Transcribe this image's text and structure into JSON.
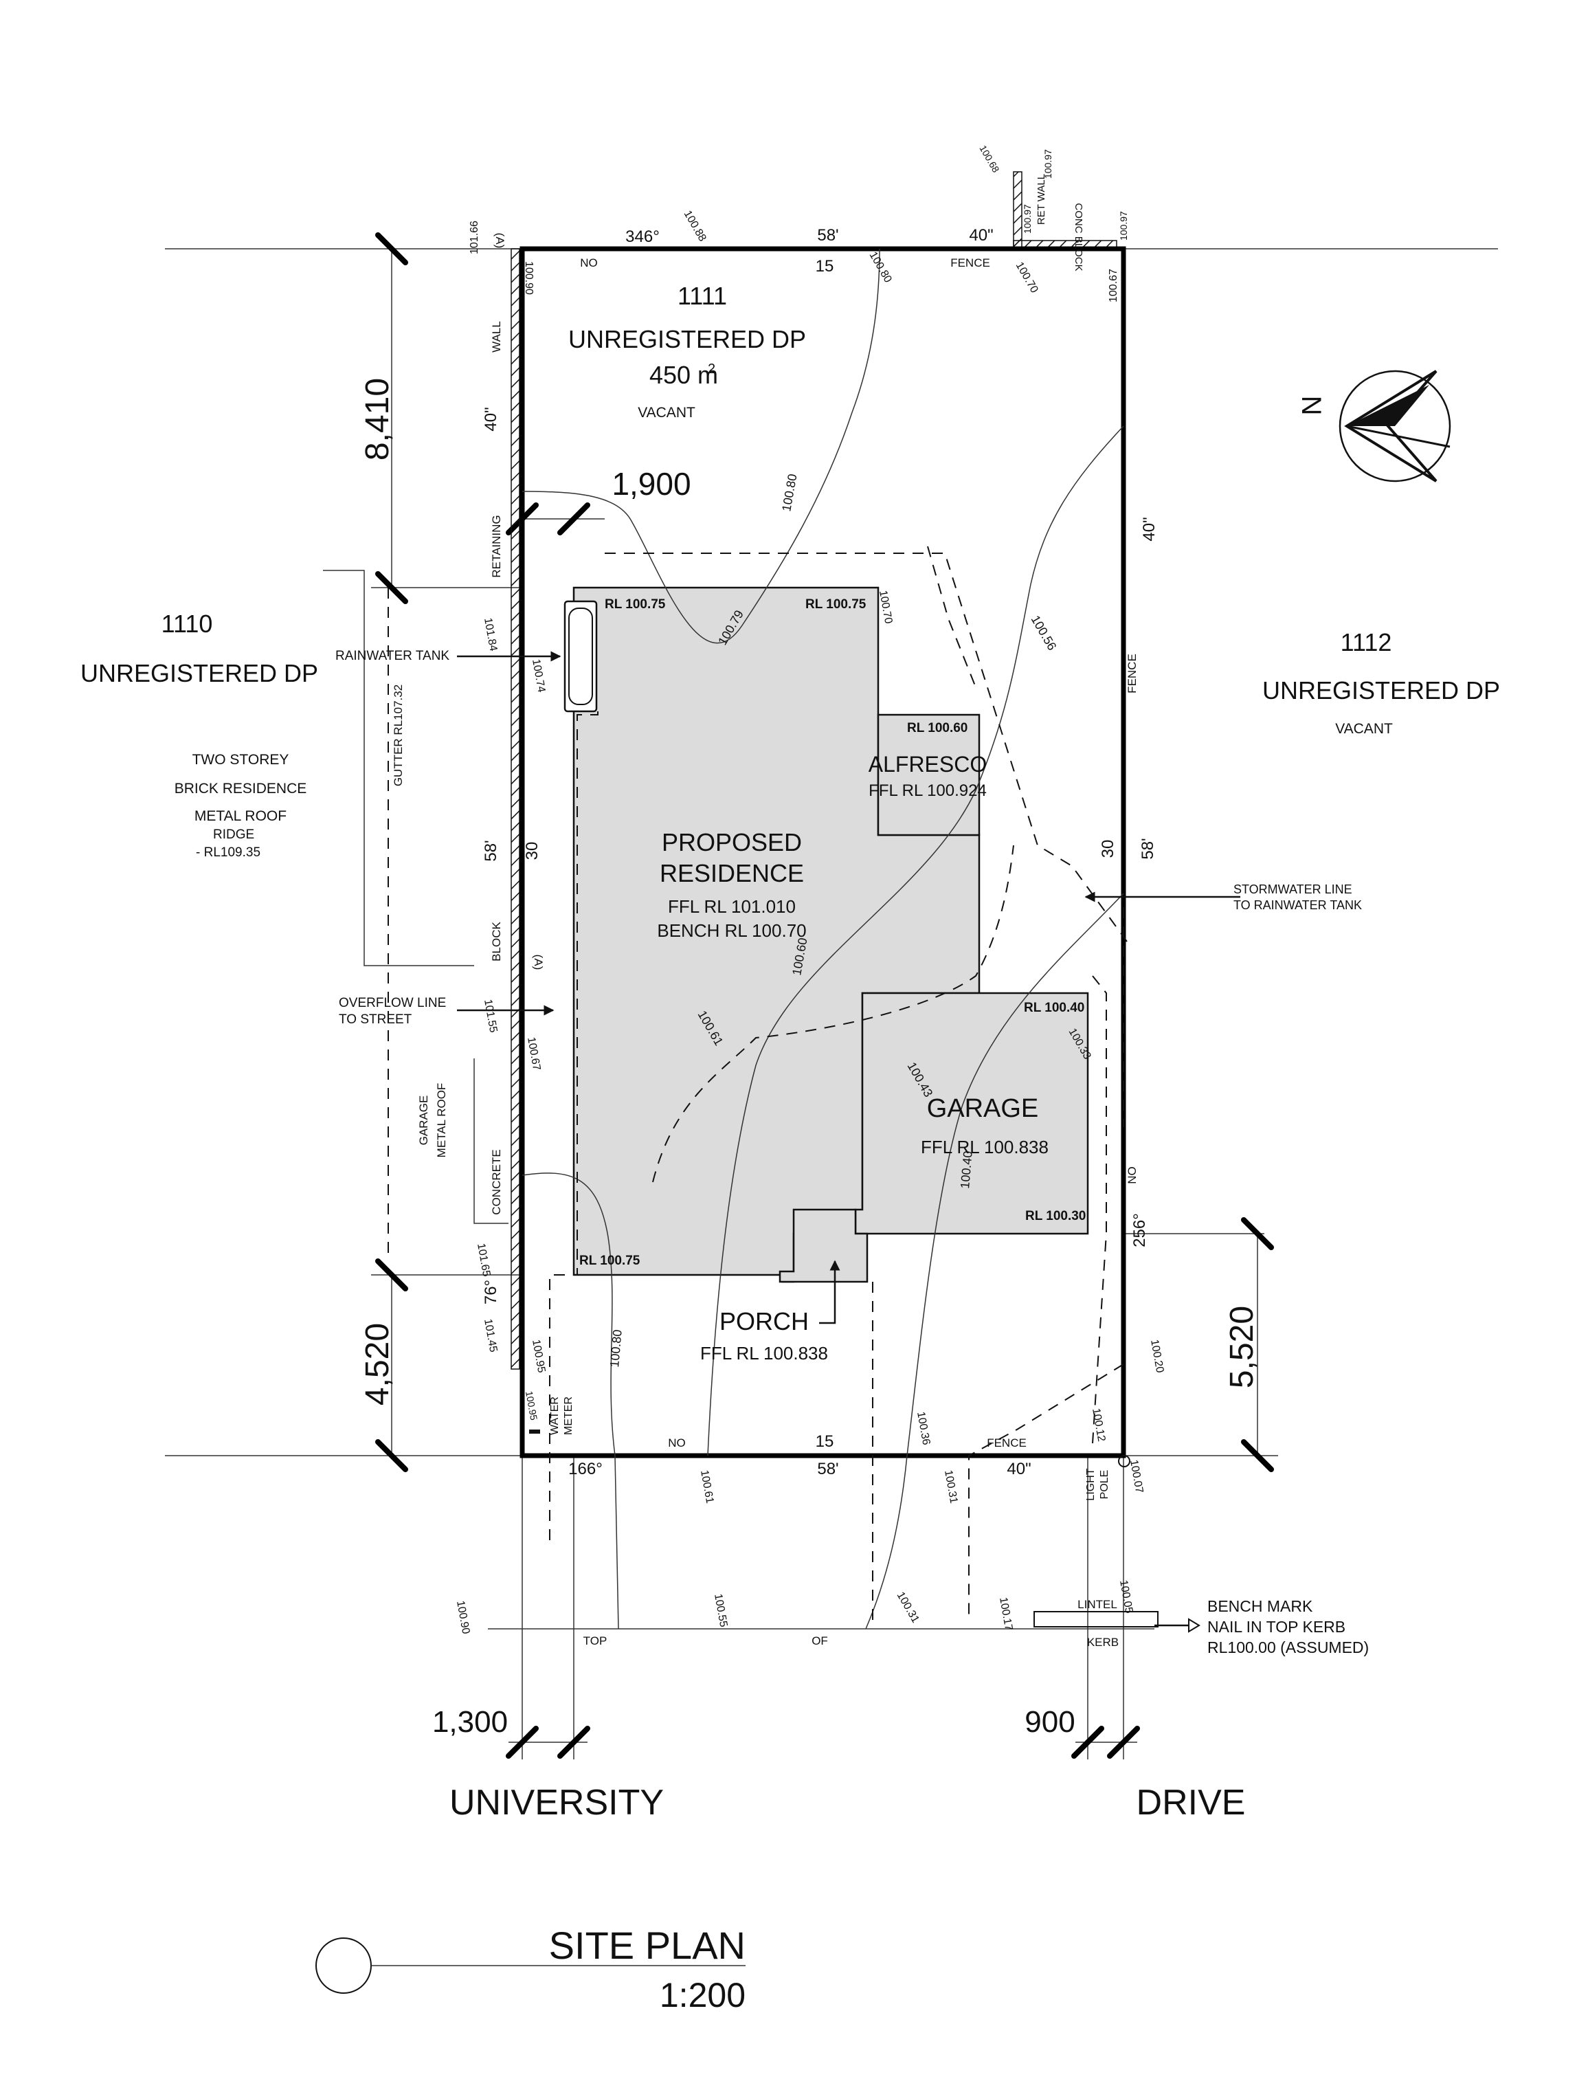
{
  "lots": {
    "subject": {
      "number": "1111",
      "dp": "UNREGISTERED  DP",
      "area": "450 m",
      "area_sup": "2",
      "status": "VACANT"
    },
    "left": {
      "number": "1110",
      "dp": "UNREGISTERED  DP",
      "notes": [
        "TWO STOREY",
        "BRICK RESIDENCE",
        "METAL ROOF"
      ],
      "ridge_label": "RIDGE",
      "ridge_rl": "-  RL109.35"
    },
    "right": {
      "number": "1112",
      "dp": "UNREGISTERED  DP",
      "status": "VACANT"
    }
  },
  "buildings": {
    "residence": {
      "line1": "PROPOSED",
      "line2": "RESIDENCE",
      "ffl": "FFL RL 101.010",
      "bench": "BENCH RL 100.70"
    },
    "alfresco": {
      "name": "ALFRESCO",
      "ffl": "FFL RL 100.924"
    },
    "garage": {
      "name": "GARAGE",
      "ffl": "FFL RL 100.838"
    },
    "porch": {
      "name": "PORCH",
      "ffl": "FFL RL 100.838"
    }
  },
  "rl_labels": {
    "res_tl": "RL 100.75",
    "res_tr": "RL 100.75",
    "alf": "RL 100.60",
    "gar_tr": "RL 100.40",
    "gar_br": "RL 100.30",
    "res_bl": "RL 100.75"
  },
  "dimensions": {
    "front_setback_top": "8,410",
    "side_setback": "1,900",
    "rear_left": "4,520",
    "rear_right": "5,520",
    "bottom_left": "1,300",
    "bottom_right": "900"
  },
  "boundary": {
    "top_bearing": "346°",
    "top_dist": "15",
    "top_min": "58'",
    "top_sec": "40\"",
    "top_no": "NO",
    "top_fence": "FENCE",
    "bottom_bearing": "166°",
    "bottom_dist": "15",
    "bottom_min": "58'",
    "bottom_sec": "40\"",
    "bottom_no": "NO",
    "bottom_fence": "FENCE",
    "left_sec": "40\"",
    "left_min": "58'",
    "left_deg": "76°",
    "left_dist": "30",
    "left_wall": [
      "WALL",
      "RETAINING",
      "BLOCK",
      "CONCRETE"
    ],
    "left_a1": "(A)",
    "left_a2": "(A)",
    "right_sec": "40\"",
    "right_min": "58'",
    "right_deg": "256°",
    "right_dist": "30",
    "right_fence": "FENCE",
    "right_no": "NO"
  },
  "annotations": {
    "rainwater_tank": "RAINWATER TANK",
    "stormwater": [
      "STORMWATER LINE",
      "TO RAINWATER TANK"
    ],
    "overflow": [
      "OVERFLOW LINE",
      "TO STREET"
    ],
    "gutter": "GUTTER RL107.32",
    "garage_roof": [
      "GARAGE",
      "METAL ROOF"
    ],
    "water_meter": [
      "WATER",
      "METER"
    ],
    "light_pole": [
      "LIGHT",
      "POLE"
    ],
    "ret_wall": [
      "RET WALL",
      "CONC BLOCK"
    ],
    "kerb": [
      "TOP",
      "OF",
      "KERB"
    ],
    "lintel": "LINTEL",
    "bench_mark": [
      "BENCH MARK",
      "NAIL IN TOP KERB",
      "RL100.00 (ASSUMED)"
    ],
    "north": "N"
  },
  "spot_levels": {
    "c1": "100.80",
    "c2": "100.79",
    "c3": "100.60",
    "c4": "100.56",
    "c5": "100.40",
    "c6": "100.80",
    "c7": "100.61",
    "c8": "100.43",
    "c9": "100.33",
    "s1": "101.66",
    "s2": "100.90",
    "s3": "100.88",
    "s4": "100.80",
    "s5": "100.70",
    "s6": "100.67",
    "s7": "100.97",
    "s8": "100.97",
    "s9": "100.97",
    "s10": "100.68",
    "s11": "101.84",
    "s12": "100.74",
    "s13": "100.70",
    "s14": "101.55",
    "s15": "100.67",
    "s16": "101.65",
    "s17": "101.45",
    "s18": "100.95",
    "s19": "100.95",
    "s20": "100.61",
    "s21": "100.31",
    "s22": "100.12",
    "s23": "100.20",
    "s24": "100.07",
    "s25": "100.36",
    "s26": "100.90",
    "s27": "100.55",
    "s28": "100.31",
    "s29": "100.17",
    "s30": "100.05"
  },
  "title": {
    "name": "SITE PLAN",
    "scale": "1:200"
  },
  "streets": {
    "left": "UNIVERSITY",
    "right": "DRIVE"
  }
}
